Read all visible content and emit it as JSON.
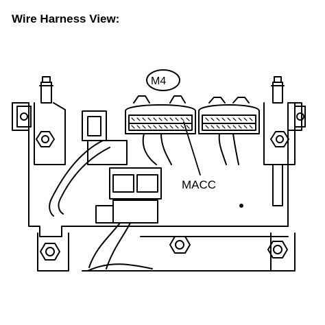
{
  "header": {
    "title": "Wire Harness View:"
  },
  "callouts": {
    "connector_id": "M4",
    "terminal_label": "MACC"
  }
}
